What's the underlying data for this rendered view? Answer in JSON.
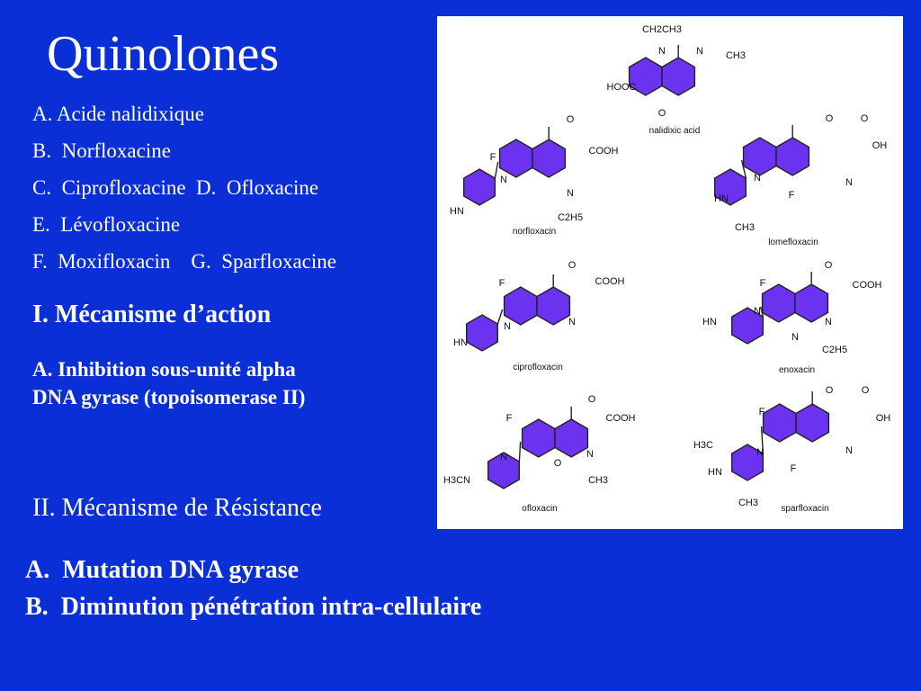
{
  "slide": {
    "title": "Quinolones",
    "drugs": [
      "A. Acide nalidixique",
      "B.  Norfloxacine",
      "C.  Ciprofloxacine  D.  Ofloxacine",
      "E.  Lévofloxacine",
      "F.  Moxifloxacin    G.  Sparfloxacine"
    ],
    "mechanism_heading": "I.  Mécanisme d’action",
    "mechanism_points": [
      "A.  Inhibition sous-unité alpha",
      "DNA gyrase (topoisomerase II)"
    ],
    "resistance_heading": "II. Mécanisme de Résistance",
    "resistance_points": [
      "A.  Mutation DNA gyrase",
      "B.  Diminution pénétration intra-cellulaire"
    ]
  },
  "figure": {
    "ring_fill": "#6b33f0",
    "structures": [
      {
        "name": "nalidixic acid",
        "atoms": [
          "CH2CH3",
          "N",
          "N",
          "CH3",
          "HOOC",
          "O"
        ]
      },
      {
        "name": "norfloxacin",
        "atoms": [
          "F",
          "O",
          "COOH",
          "HN",
          "N",
          "N",
          "C2H5"
        ]
      },
      {
        "name": "lomefloxacin",
        "atoms": [
          "O",
          "O",
          "OH",
          "HN",
          "N",
          "F",
          "N",
          "CH3"
        ]
      },
      {
        "name": "ciprofloxacin",
        "atoms": [
          "F",
          "O",
          "COOH",
          "HN",
          "N",
          "N"
        ]
      },
      {
        "name": "enoxacin",
        "atoms": [
          "F",
          "O",
          "COOH",
          "HN",
          "N",
          "N",
          "N",
          "C2H5"
        ]
      },
      {
        "name": "ofloxacin",
        "atoms": [
          "F",
          "O",
          "COOH",
          "H3CN",
          "N",
          "N",
          "O",
          "CH3"
        ]
      },
      {
        "name": "sparfloxacin",
        "atoms": [
          "F",
          "O",
          "O",
          "OH",
          "H3C",
          "HN",
          "N",
          "F",
          "N",
          "CH3"
        ]
      }
    ]
  }
}
